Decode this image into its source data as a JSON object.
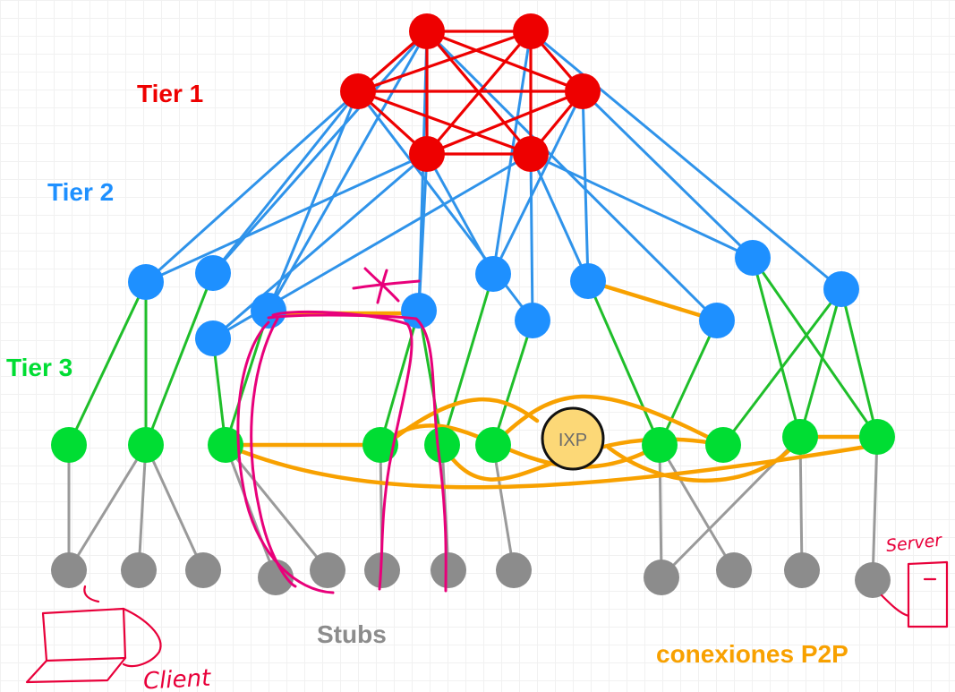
{
  "labels": {
    "tier1": "Tier 1",
    "tier2": "Tier 2",
    "tier3": "Tier 3",
    "stubs": "Stubs",
    "ixp": "IXP",
    "p2p": "conexiones P2P",
    "client": "Client",
    "server": "Server"
  },
  "colors": {
    "tier1": "#ee0000",
    "tier2": "#1e90ff",
    "tier3": "#00dd33",
    "stubs": "#8c8c8c",
    "p2p": "#f8a100",
    "ixp_fill": "#fcd877",
    "annotation": "#e8007a",
    "handwriting": "#e8003a",
    "link_tier2": "#2f93ea",
    "link_tier3": "#1fbe2a",
    "link_stub": "#9a9a9a"
  }
}
